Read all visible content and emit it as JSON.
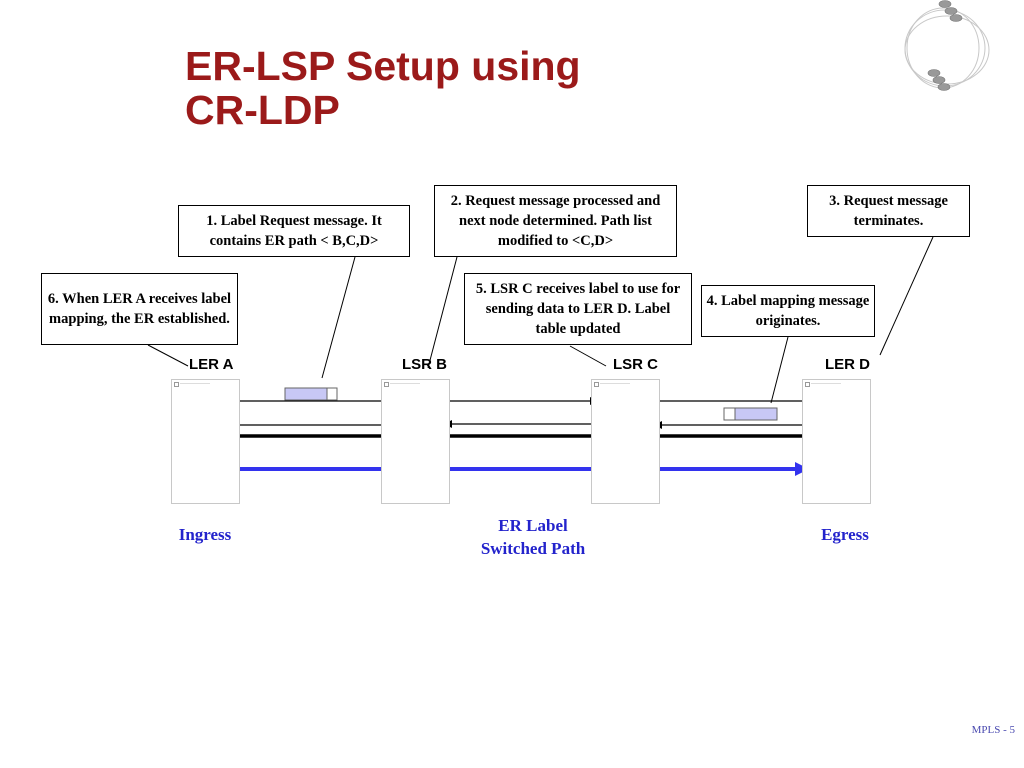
{
  "slide": {
    "title": "ER-LSP Setup using\nCR-LDP",
    "footer": "MPLS - 5"
  },
  "nodes": {
    "ler_a": "LER A",
    "lsr_b": "LSR B",
    "lsr_c": "LSR C",
    "ler_d": "LER D"
  },
  "callouts": {
    "step1": "1. Label Request message. It contains ER path < B,C,D>",
    "step2": "2. Request message processed and next node determined. Path list modified to <C,D>",
    "step3": "3. Request message terminates.",
    "step4": "4. Label mapping message  originates.",
    "step5": "5. LSR C receives label to use for sending data to LER D. Label table updated",
    "step6": "6. When LER A receives label mapping, the ER established."
  },
  "labels": {
    "ingress": "Ingress",
    "path_line1": "ER Label",
    "path_line2": "Switched Path",
    "egress": "Egress"
  },
  "colors": {
    "title": "#9b1a1a",
    "path_arrow": "#3333ee",
    "label_packet": "#c8c8f5"
  }
}
